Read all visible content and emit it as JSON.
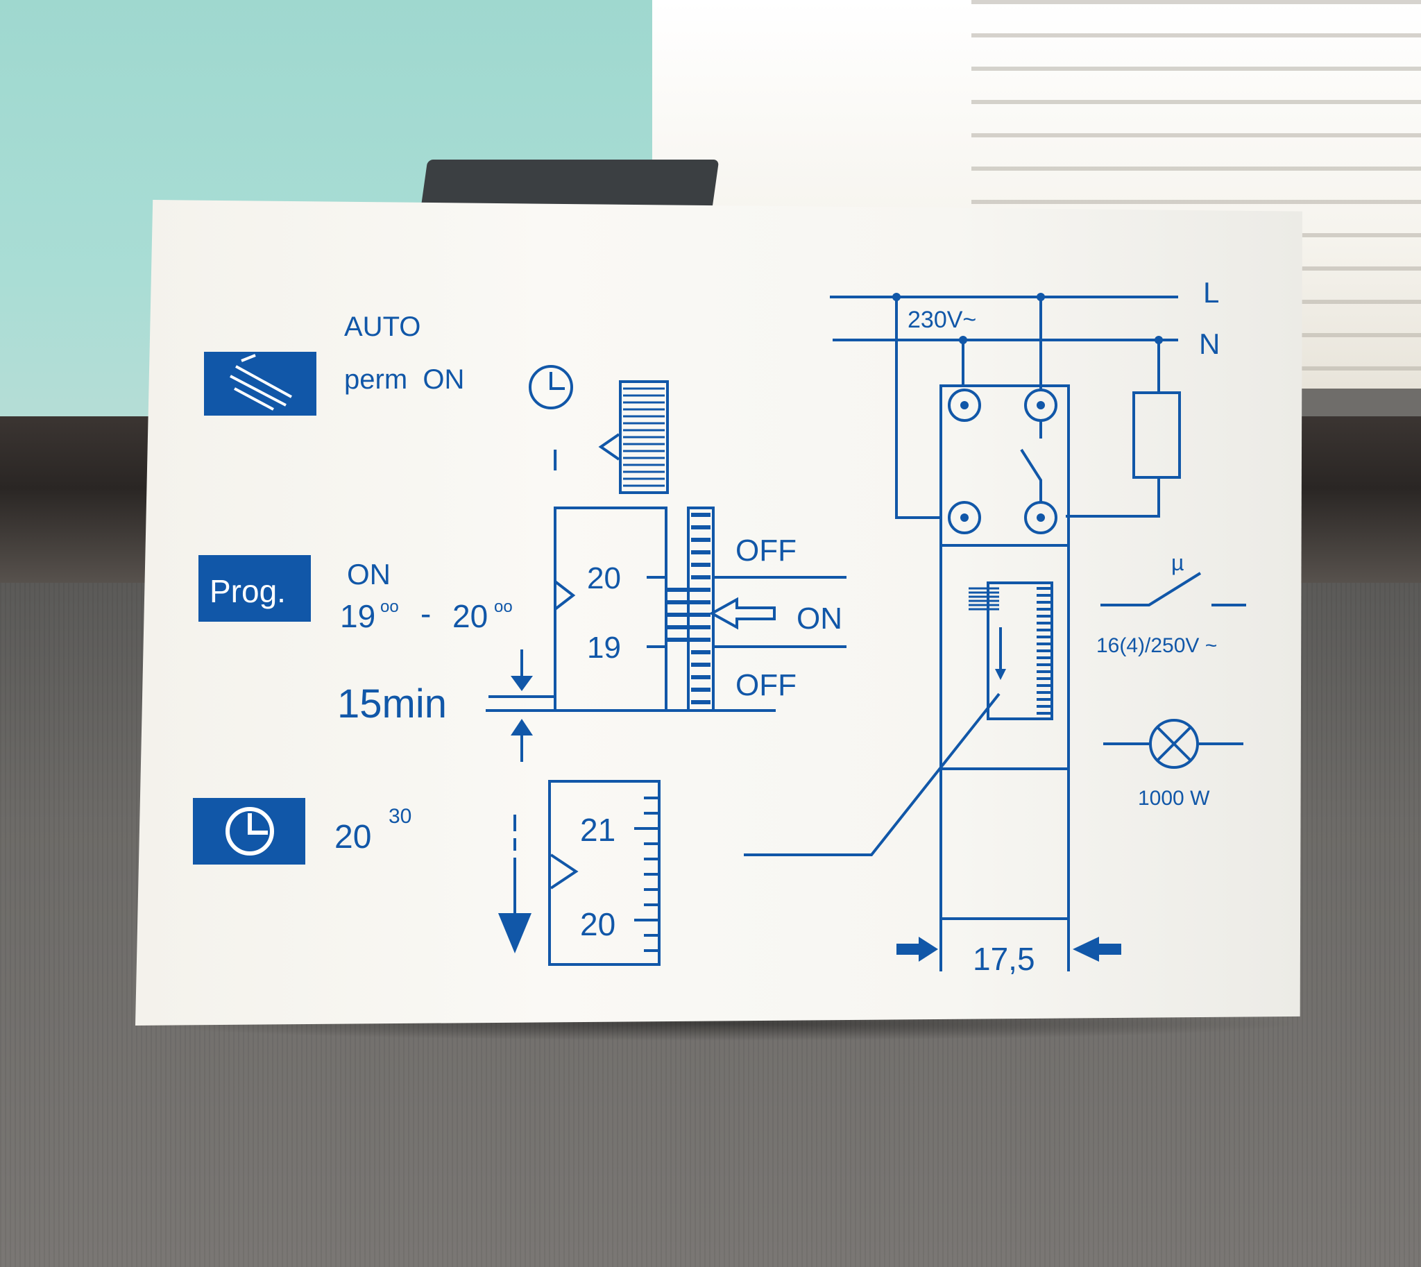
{
  "colors": {
    "ink": "#1157a8",
    "box": "#f7f6f2",
    "desk": "#6d6b68",
    "wall": "#a9ddd5"
  },
  "modes": {
    "manual": {
      "icon": "hand-icon",
      "line1": "AUTO",
      "line2": "perm  ON"
    },
    "prog": {
      "badge": "Prog.",
      "line1": "ON",
      "time_a": "19",
      "sup_a": "oo",
      "dash": "-",
      "time_b": "20",
      "sup_b": "oo"
    },
    "clock": {
      "icon": "clock-icon",
      "time": "20",
      "sup": "30"
    }
  },
  "dial": {
    "mark_i": "I",
    "tick_upper": "20",
    "tick_lower": "19",
    "off_top": "OFF",
    "on": "ON",
    "off_bottom": "OFF"
  },
  "interval": {
    "label": "15min"
  },
  "set_dial": {
    "upper": "21",
    "lower": "20"
  },
  "wiring": {
    "line_l": "L",
    "line_n": "N",
    "supply": "230V~",
    "contact_mark": "µ",
    "rating": "16(4)/250V ~",
    "lamp": "1000 W",
    "width": "17,5"
  }
}
